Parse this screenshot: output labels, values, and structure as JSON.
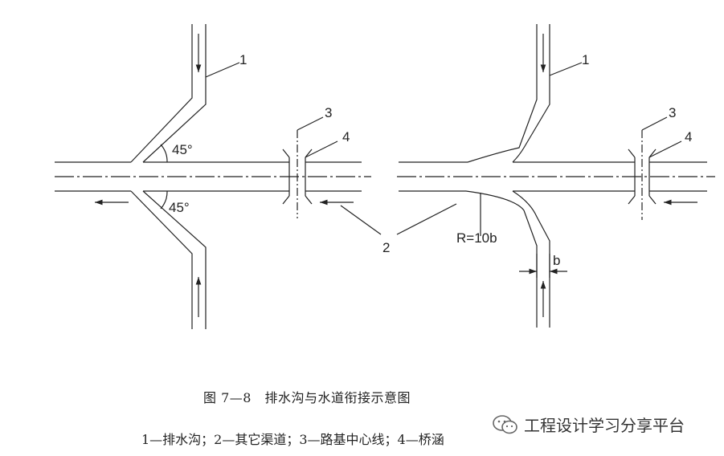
{
  "labels": {
    "one_left": "1",
    "one_right": "1",
    "two": "2",
    "three_left": "3",
    "three_right": "3",
    "four_left": "4",
    "four_right": "4",
    "angle_top": "45°",
    "angle_bottom": "45°",
    "radius": "R=10b",
    "width_b": "b"
  },
  "caption": {
    "figure": "图 7—8　排水沟与水道衔接示意图",
    "legend": "1—排水沟；2—其它渠道；3—路基中心线；4—桥涵"
  },
  "watermark": {
    "text": "工程设计学习分享平台",
    "icon": "wechat-icon"
  },
  "colors": {
    "line": "#222222"
  }
}
